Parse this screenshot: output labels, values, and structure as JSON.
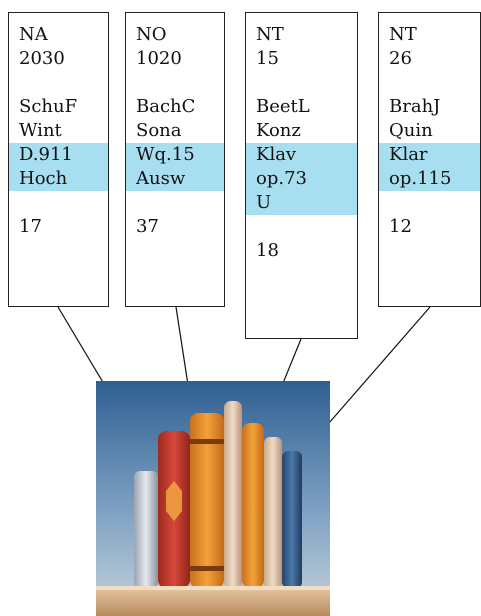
{
  "cards": [
    {
      "id": "card-1",
      "type": "NA",
      "number": "2030",
      "composer": "SchuF",
      "genre": "Wint",
      "highlight": [
        "D.911",
        "Hoch"
      ],
      "count": "17"
    },
    {
      "id": "card-2",
      "type": "NO",
      "number": "1020",
      "composer": "BachC",
      "genre": "Sona",
      "highlight": [
        "Wq.15",
        "Ausw"
      ],
      "count": "37"
    },
    {
      "id": "card-3",
      "type": "NT",
      "number": "15",
      "composer": "BeetL",
      "genre": "Konz",
      "highlight": [
        "Klav",
        "op.73",
        "U"
      ],
      "count": "18"
    },
    {
      "id": "card-4",
      "type": "NT",
      "number": "26",
      "composer": "BrahJ",
      "genre": "Quin",
      "highlight": [
        "Klar",
        "op.115"
      ],
      "count": "12"
    }
  ],
  "colors": {
    "highlight": "#a7dff0",
    "border": "#222222",
    "arrow": "#111111"
  },
  "icons": {
    "bookshelf": "bookshelf-image"
  }
}
